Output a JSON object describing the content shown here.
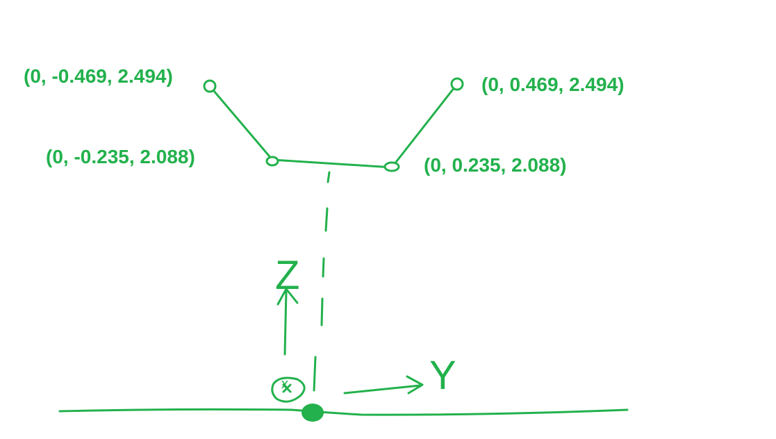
{
  "points": [
    {
      "id": "upper-left",
      "label": "(0, -0.469, 2.494)"
    },
    {
      "id": "lower-left",
      "label": "(0, -0.235, 2.088)"
    },
    {
      "id": "lower-right",
      "label": "(0, 0.235, 2.088)"
    },
    {
      "id": "upper-right",
      "label": "(0, 0.469, 2.494)"
    }
  ],
  "axes": {
    "z_label": "Z",
    "y_label": "Y",
    "x_marker": "x"
  },
  "colors": {
    "ink": "#22b14c"
  }
}
